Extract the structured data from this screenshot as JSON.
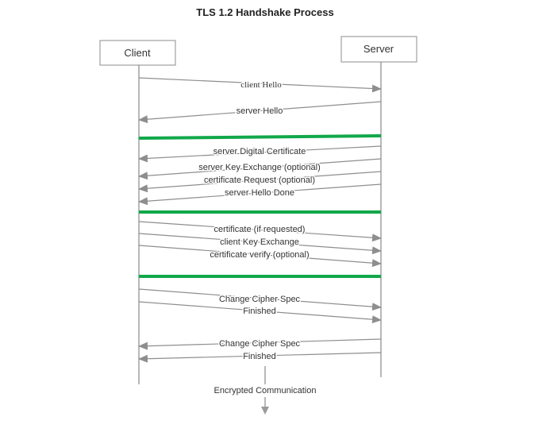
{
  "title": "TLS 1.2 Handshake Process",
  "actors": {
    "client": "Client",
    "server": "Server"
  },
  "messages": [
    {
      "id": "client-hello",
      "label": "client Hello",
      "from": "client",
      "to": "server",
      "serif": true
    },
    {
      "id": "server-hello",
      "label": "server Hello",
      "from": "server",
      "to": "client"
    },
    {
      "id": "server-certificate",
      "label": "server Digital Certificate",
      "from": "server",
      "to": "client"
    },
    {
      "id": "server-key-exchange",
      "label": "server Key Exchange (optional)",
      "from": "server",
      "to": "client"
    },
    {
      "id": "certificate-request",
      "label": "certificate Request (optional)",
      "from": "server",
      "to": "client"
    },
    {
      "id": "server-hello-done",
      "label": "server Hello Done",
      "from": "server",
      "to": "client"
    },
    {
      "id": "client-certificate",
      "label": "certificate (if requested)",
      "from": "client",
      "to": "server"
    },
    {
      "id": "client-key-exchange",
      "label": "client Key Exchange",
      "from": "client",
      "to": "server"
    },
    {
      "id": "certificate-verify",
      "label": "certificate verify (optional)",
      "from": "client",
      "to": "server"
    },
    {
      "id": "client-change-cipher-spec",
      "label": "Change Cipher Spec",
      "from": "client",
      "to": "server"
    },
    {
      "id": "client-finished",
      "label": "Finished",
      "from": "client",
      "to": "server"
    },
    {
      "id": "server-change-cipher-spec",
      "label": "Change Cipher Spec",
      "from": "server",
      "to": "client"
    },
    {
      "id": "server-finished",
      "label": "Finished",
      "from": "server",
      "to": "client"
    }
  ],
  "footer": {
    "label": "Encrypted Communication"
  },
  "colors": {
    "separator": "#11a84a",
    "line": "#8e8e8e"
  }
}
